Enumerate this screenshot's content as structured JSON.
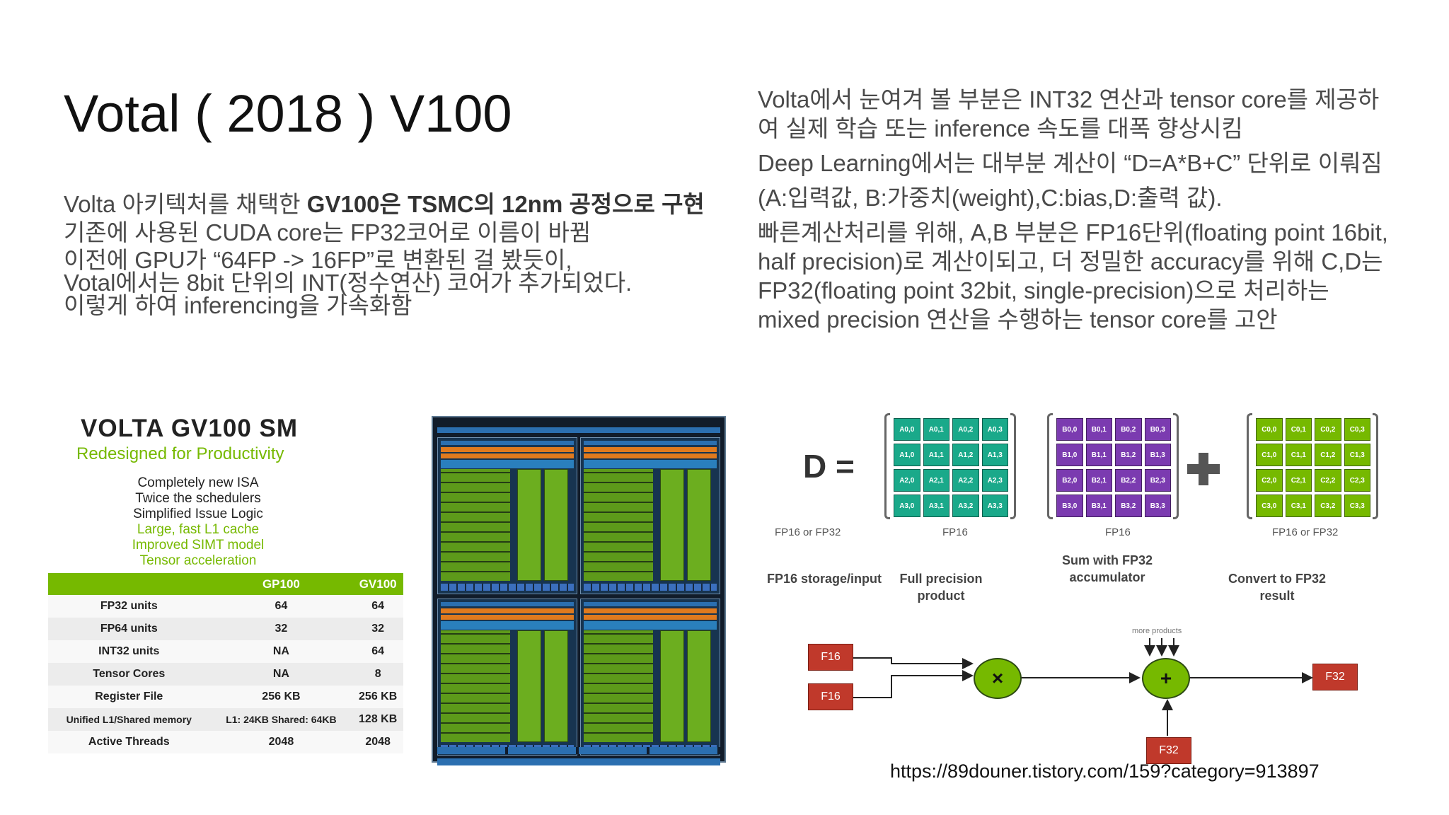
{
  "title": "Votal ( 2018 ) V100",
  "left": {
    "p1_normal": "Volta 아키텍처를 채택한 ",
    "p1_bold": "GV100은 TSMC의 12nm 공정으로 구현",
    "p2": "기존에 사용된 CUDA core는 FP32코어로 이름이 바뀜",
    "p3_line1": "이전에 GPU가 “64FP -> 16FP”로 변환된 걸 봤듯이,",
    "p3_line2": "Votal에서는 8bit 단위의 INT(정수연산) 코어가 추가되었다.",
    "p3_line3": "이렇게 하여 inferencing을 가속화함"
  },
  "right": {
    "p1": "Volta에서 눈여겨 볼 부분은 INT32 연산과 tensor core를 제공하여 실제 학습 또는 inference 속도를 대폭 향상시킴",
    "p2": "Deep Learning에서는 대부분 계산이 “D=A*B+C” 단위로 이뤄짐",
    "p3": "(A:입력값, B:가중치(weight),C:bias,D:출력 값).",
    "p4": "빠른계산처리를 위해, A,B 부분은 FP16단위(floating point 16bit, half precision)로 계산이되고, 더 정밀한 accuracy를 위해 C,D는 FP32(floating point 32bit, single-precision)으로 처리하는 mixed precision 연산을 수행하는 tensor core를 고안"
  },
  "sm": {
    "title": "VOLTA GV100 SM",
    "subtitle": "Redesigned for Productivity",
    "features": [
      {
        "text": "Completely new ISA",
        "color": "#222222"
      },
      {
        "text": "Twice the schedulers",
        "color": "#222222"
      },
      {
        "text": "Simplified Issue Logic",
        "color": "#222222"
      },
      {
        "text": "Large, fast L1 cache",
        "color": "#76b900"
      },
      {
        "text": "Improved SIMT model",
        "color": "#76b900"
      },
      {
        "text": "Tensor acceleration",
        "color": "#76b900"
      }
    ],
    "table": {
      "headers": [
        "",
        "GP100",
        "GV100"
      ],
      "rows": [
        [
          "FP32 units",
          "64",
          "64"
        ],
        [
          "FP64 units",
          "32",
          "32"
        ],
        [
          "INT32 units",
          "NA",
          "64"
        ],
        [
          "Tensor Cores",
          "NA",
          "8"
        ],
        [
          "Register File",
          "256 KB",
          "256 KB"
        ],
        [
          "Unified L1/Shared memory",
          "L1: 24KB Shared: 64KB",
          "128 KB"
        ],
        [
          "Active Threads",
          "2048",
          "2048"
        ]
      ]
    }
  },
  "tensor": {
    "d_label": "D =",
    "matrices": [
      {
        "label": "FP16",
        "color": "#1aa98a",
        "letter": "A"
      },
      {
        "label": "FP16",
        "color": "#7b3bb0",
        "letter": "B"
      },
      {
        "label": "FP16 or FP32",
        "color": "#76b900",
        "letter": "C"
      }
    ],
    "d_precision": "FP16 or FP32",
    "stages": [
      "FP16 storage/input",
      "Full precision product",
      "Sum with FP32 accumulator",
      "Convert to FP32 result"
    ],
    "inputs": [
      "F16",
      "F16"
    ],
    "accumulator_input": "F32",
    "output": "F32",
    "multiply_symbol": "×",
    "add_symbol": "+",
    "more_products": "more products"
  },
  "url": "https://89douner.tistory.com/159?category=913897"
}
